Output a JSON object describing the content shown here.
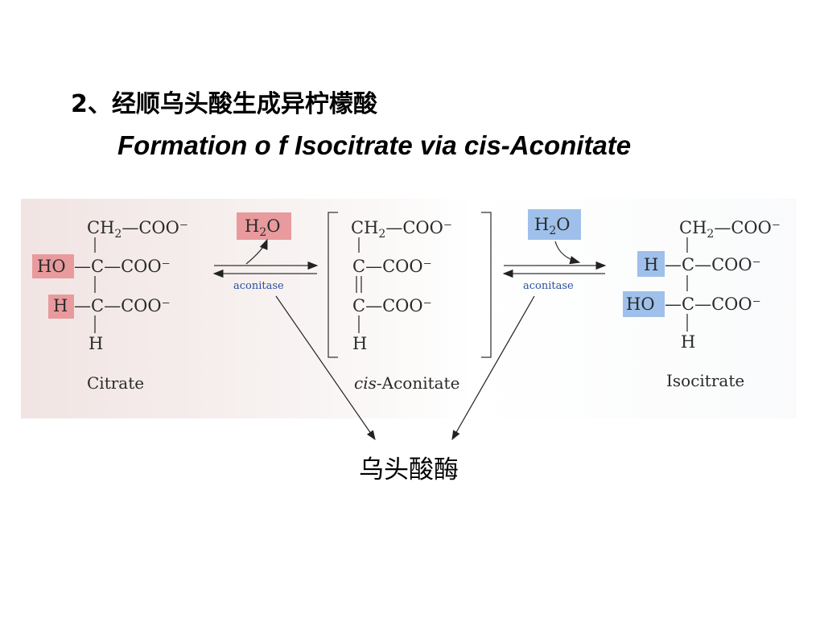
{
  "slide": {
    "heading": "2、经顺乌头酸生成异柠檬酸",
    "subheading": "Formation o f Isocitrate via cis-Aconitate",
    "enzyme_label": "乌头酸酶"
  },
  "scheme": {
    "citrate": {
      "r1_left": "CH",
      "r1_sub": "2",
      "r1_right": "—COO⁻",
      "r2_group": "HO",
      "r2_right": "—C—COO⁻",
      "r3_group": "H",
      "r3_right": "—C—COO⁻",
      "r4": "H",
      "name": "Citrate"
    },
    "cis_aconitate": {
      "r1_left": "CH",
      "r1_sub": "2",
      "r1_right": "—COO⁻",
      "r2": "C—COO⁻",
      "r3": "C—COO⁻",
      "r4": "H",
      "name_prefix": "cis",
      "name_rest": "-Aconitate"
    },
    "isocitrate": {
      "r1_left": "CH",
      "r1_sub": "2",
      "r1_right": "—COO⁻",
      "r2_group": "H",
      "r2_right": "—C—COO⁻",
      "r3_group": "HO",
      "r3_right": "—C—COO⁻",
      "r4": "H",
      "name": "Isocitrate"
    },
    "water_left": {
      "main": "H",
      "sub": "2",
      "tail": "O"
    },
    "water_right": {
      "main": "H",
      "sub": "2",
      "tail": "O"
    },
    "enzyme_left": "aconitase",
    "enzyme_right": "aconitase"
  },
  "colors": {
    "highlight_red": "#e89a9d",
    "highlight_blue": "#9fc0ea",
    "enzyme_text": "#2a4fa0"
  }
}
